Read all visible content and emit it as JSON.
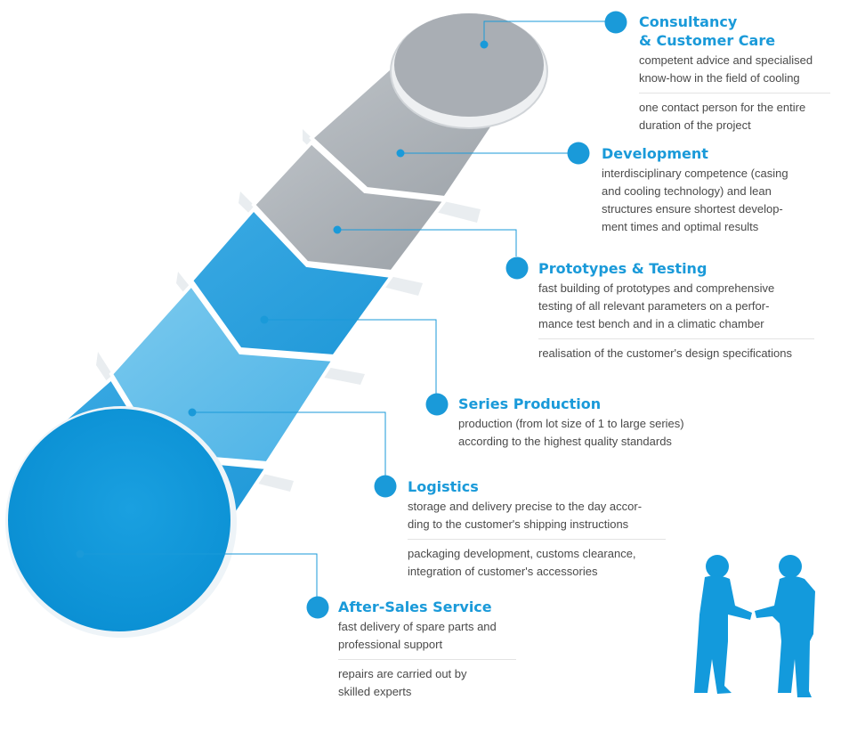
{
  "steps": [
    {
      "title": "Consultancy\n& Customer Care",
      "text": [
        "competent advice and specialised\nknow-how in the field of cooling",
        "one contact person for the entire\nduration of the project"
      ]
    },
    {
      "title": "Development",
      "text": [
        "interdisciplinary competence (casing\nand cooling technology) and lean\nstructures ensure shortest develop-\nment times and optimal results"
      ]
    },
    {
      "title": "Prototypes & Testing",
      "text": [
        "fast building of prototypes and comprehensive\ntesting of all relevant parameters on a perfor-\nmance test bench and in a climatic chamber",
        "realisation of the customer's design specifications"
      ]
    },
    {
      "title": "Series Production",
      "text": [
        "production (from lot size of 1 to large series)\naccording to the highest quality standards"
      ]
    },
    {
      "title": "Logistics",
      "text": [
        "storage and delivery precise to the day accor-\nding to the customer's shipping instructions",
        "packaging development, customs clearance,\nintegration of customer's accessories"
      ]
    },
    {
      "title": "After-Sales Service",
      "text": [
        "fast delivery of spare parts and\nprofessional support",
        "repairs are carried out by\nskilled experts"
      ]
    }
  ],
  "colors": {
    "accent": "#1a9ad9",
    "grey": "#a7adb3",
    "light_blue": "#62bde9",
    "deep_blue": "#0f96db"
  },
  "icons": [
    "handshake-icon"
  ]
}
